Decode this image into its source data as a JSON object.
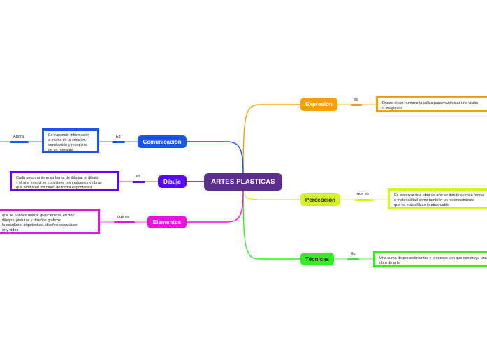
{
  "center": {
    "title": "ARTES PLASTICAS"
  },
  "branches": {
    "expresion": {
      "title": "Expresión",
      "link": "es",
      "text": "Donde el ser humano la utiliza para manifestar una visión\no imaginaria",
      "color": "#f5a00a"
    },
    "percepcion": {
      "title": "Percepción",
      "link": "que es",
      "text": "Es observar una obra de arte se donde se mira forma\no materialidad como también un reconocimiento\nque va más allá de lo observable.",
      "color": "#d6f51e"
    },
    "tecnicas": {
      "title": "Técnicas",
      "link": "Es",
      "text": "Una suma de procedimientos y procesos con que construye una\nobra de arte.",
      "color": "#33ee22"
    },
    "comunicacion": {
      "title": "Comunicación",
      "link": "Es",
      "text": "Es transmitir información\na través de la emisión,\nconducción y recepción\nde un mensaje.",
      "link2": "Ahora",
      "color": "#1a55e6"
    },
    "dibujo": {
      "title": "Dibujo",
      "link": "es",
      "text": "Cada persona tiene su forma de dibujar, el dibujo\ny el arte infantil se constituye por imágenes y obras\nque producen los niños de forma espontanea",
      "color": "#5a0af0"
    },
    "elementos": {
      "title": "Elementos",
      "link": "que es",
      "text": "que se pueden utilizar gráficamente en dos\n dibujos, pinturas y diseños gráficos.\n la escultura, arquitectura, diseños espaciales,\nor y video",
      "color": "#ee11dd"
    }
  }
}
